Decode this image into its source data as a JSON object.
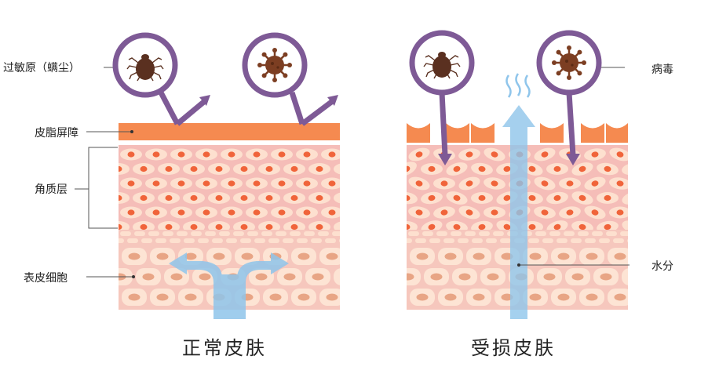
{
  "labels": {
    "allergen": "过敏原（螨尘）",
    "barrier": "皮脂屏障",
    "stratum_corneum": "角质层",
    "epidermal_cells": "表皮细胞",
    "virus": "病毒",
    "water": "水分"
  },
  "captions": {
    "normal": "正常皮肤",
    "damaged": "受损皮肤"
  },
  "colors": {
    "barrier": "#f58a50",
    "corneum_bg": "#f5bdb8",
    "cell_fill": "#fde0cf",
    "nucleus": "#f0643a",
    "epi_bg": "#f6c7bd",
    "epi_cell": "#fde4d4",
    "epi_nucleus": "#e8a585",
    "ring": "#7e5a96",
    "water_arrow": "#8fc5eb",
    "mite": "#5a3020",
    "virus": "#7c3e22"
  },
  "icons": [
    "dust-mite-icon",
    "virus-icon"
  ]
}
